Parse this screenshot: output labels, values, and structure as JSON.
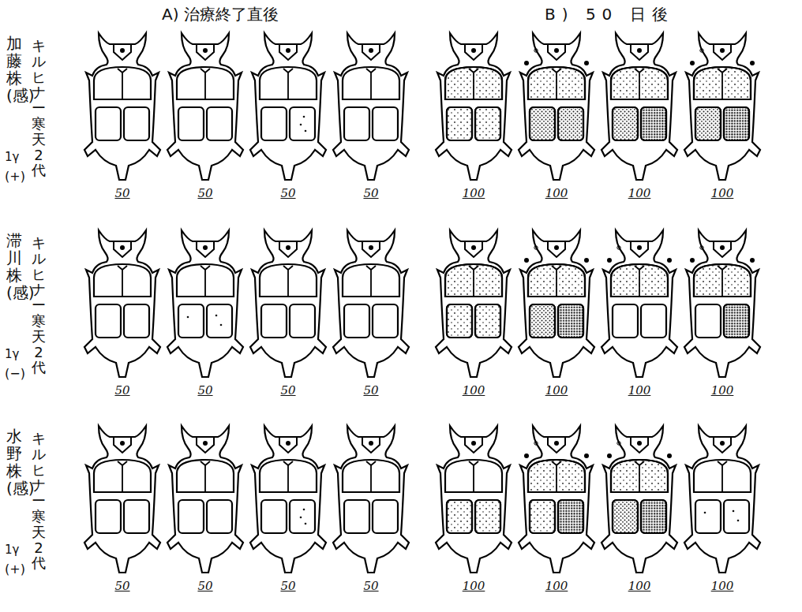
{
  "diagram": {
    "labels": [
      "A) 治療終了直後",
      "B) 50 日後",
      "加藤株(感)",
      "1γ",
      "(+)",
      "キルヒナー寒天2代",
      "50",
      "50",
      "50",
      "50",
      "100",
      "100",
      "100",
      "100",
      "滞川株(感)",
      "1γ",
      "(−)",
      "キルヒナー寒天2代",
      "50",
      "50",
      "50",
      "50",
      "100",
      "100",
      "100",
      "100",
      "水野株(感)",
      "1γ",
      "(+)",
      "キルヒナー寒天2代",
      "50",
      "50",
      "50",
      "50",
      "100",
      "100",
      "100",
      "100"
    ]
  }
}
